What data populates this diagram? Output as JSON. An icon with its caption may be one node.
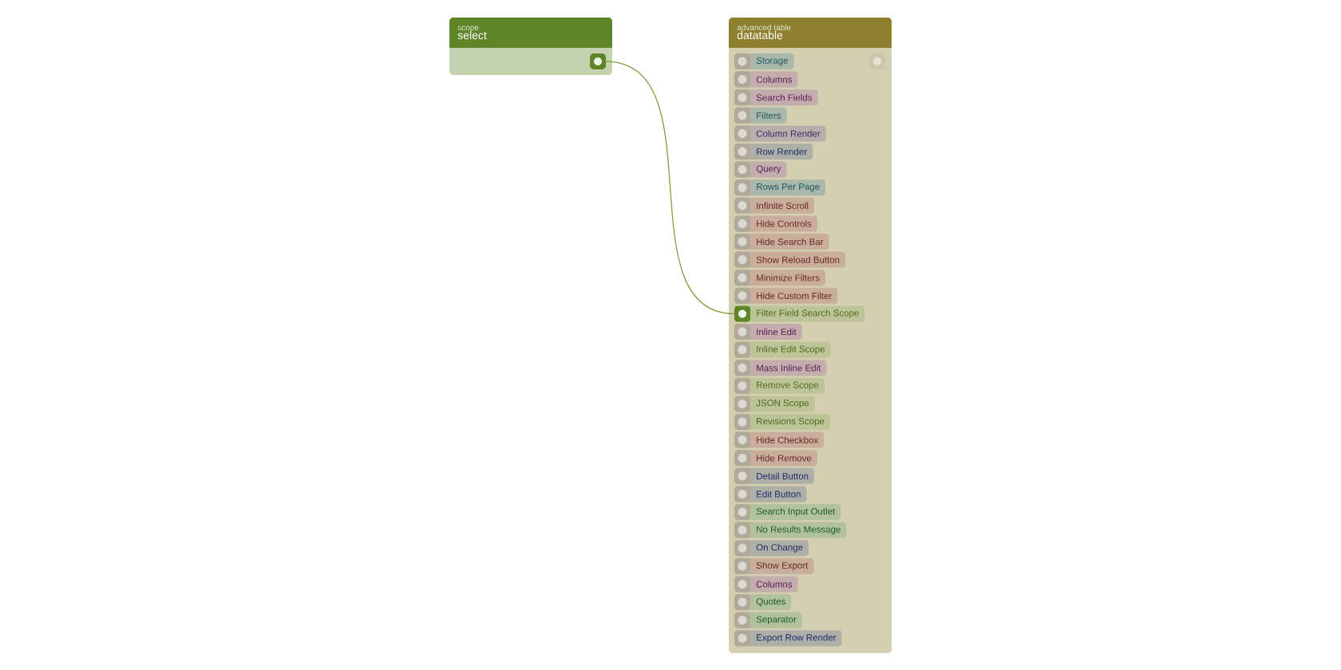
{
  "diagram": {
    "nodes": [
      {
        "text": [
          "scope",
          "select"
        ]
      },
      {
        "text": [],
        "shape": "box",
        "in": 0
      },
      {
        "text": [
          "advanced table",
          "datatable"
        ]
      },
      {
        "text": [
          "Storage"
        ],
        "in": 2
      },
      {
        "text": [
          "Columns"
        ],
        "in": 2
      },
      {
        "text": [
          "Search Fields"
        ],
        "in": 2
      },
      {
        "text": [
          "Filters"
        ],
        "in": 2
      },
      {
        "text": [
          "Column Render"
        ],
        "in": 2
      },
      {
        "text": [
          "Row Render"
        ],
        "in": 2
      },
      {
        "text": [
          "Query"
        ],
        "in": 2
      },
      {
        "text": [
          "Rows Per Page"
        ],
        "in": 2
      },
      {
        "text": [
          "Infinite Scroll"
        ],
        "in": 2
      },
      {
        "text": [
          "Hide Controls"
        ],
        "in": 2
      },
      {
        "text": [
          "Hide Search Bar"
        ],
        "in": 2
      },
      {
        "text": [
          "Show Reload Button"
        ],
        "in": 2
      },
      {
        "text": [
          "Minimize Filters"
        ],
        "in": 2
      },
      {
        "text": [
          "Hide Custom Filter"
        ],
        "in": 2
      },
      {
        "text": [
          "Filter Field Search Scope"
        ],
        "in": 2
      },
      {
        "text": [
          "Inline Edit"
        ],
        "in": 2
      },
      {
        "text": [
          "Inline Edit Scope"
        ],
        "in": 2
      },
      {
        "text": [
          "Mass Inline Edit"
        ],
        "in": 2
      },
      {
        "text": [
          "Remove Scope"
        ],
        "in": 2
      },
      {
        "text": [
          "JSON Scope"
        ],
        "in": 2
      },
      {
        "text": [
          "Revisions Scope"
        ],
        "in": 2
      },
      {
        "text": [
          "Hide Checkbox"
        ],
        "in": 2
      },
      {
        "text": [
          "Hide Remove"
        ],
        "in": 2
      },
      {
        "text": [
          "Detail Button"
        ],
        "in": 2
      },
      {
        "text": [
          "Edit Button"
        ],
        "in": 2
      },
      {
        "text": [
          "Search Input Outlet"
        ],
        "in": 2
      },
      {
        "text": [
          "No Results Message"
        ],
        "in": 2
      },
      {
        "text": [
          "On Change"
        ],
        "in": 2
      },
      {
        "text": [
          "Show Export"
        ],
        "in": 2
      },
      {
        "text": [
          "Columns"
        ],
        "in": 2
      },
      {
        "text": [
          "Quotes"
        ],
        "in": 2
      },
      {
        "text": [
          "Separator"
        ],
        "in": 2
      },
      {
        "text": [
          "Export Row Render"
        ],
        "in": 2
      }
    ],
    "edges": [
      {
        "from": 1,
        "to": 17,
        "arrow": "none"
      }
    ]
  }
}
